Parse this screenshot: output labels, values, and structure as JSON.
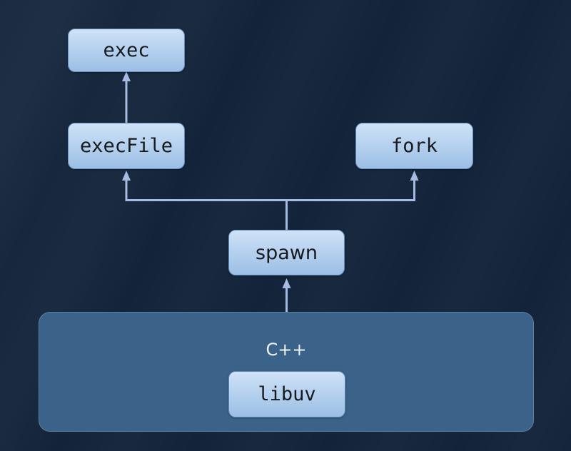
{
  "diagram": {
    "type": "flowchart",
    "description": "Node.js child-process call hierarchy: libuv (C++) feeds spawn, spawn feeds execFile and fork, execFile feeds exec",
    "nodes": {
      "exec": {
        "label": "exec"
      },
      "execFile": {
        "label": "execFile"
      },
      "fork": {
        "label": "fork"
      },
      "spawn": {
        "label": "spawn"
      },
      "cpp": {
        "label": "C++"
      },
      "libuv": {
        "label": "libuv"
      }
    },
    "edges": [
      {
        "from": "libuv",
        "to": "spawn"
      },
      {
        "from": "spawn",
        "to": "execFile"
      },
      {
        "from": "spawn",
        "to": "fork"
      },
      {
        "from": "execFile",
        "to": "exec"
      }
    ],
    "colors": {
      "background": "#13243a",
      "node_fill_top": "#cfe2f7",
      "node_fill_bottom": "#9cbfe5",
      "node_border": "#6089ba",
      "node_text": "#17191c",
      "container_fill": "#3b6389",
      "container_text": "#edf2f8",
      "edge": "#a6bbe3"
    }
  }
}
